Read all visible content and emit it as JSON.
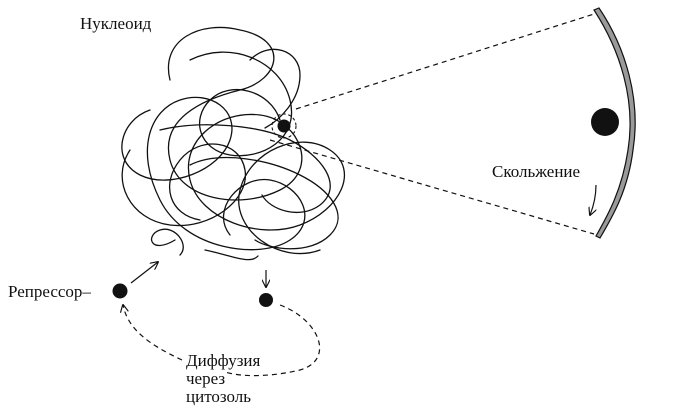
{
  "labels": {
    "nucleoid": "Нуклеоид",
    "sliding": "Скольжение",
    "repressor": "Репрессор–",
    "diffusion": [
      "Диффузия",
      "через",
      "цитозоль"
    ]
  },
  "colors": {
    "ink": "#111111",
    "membrane": "#9a9a9a",
    "background": "#ffffff"
  }
}
